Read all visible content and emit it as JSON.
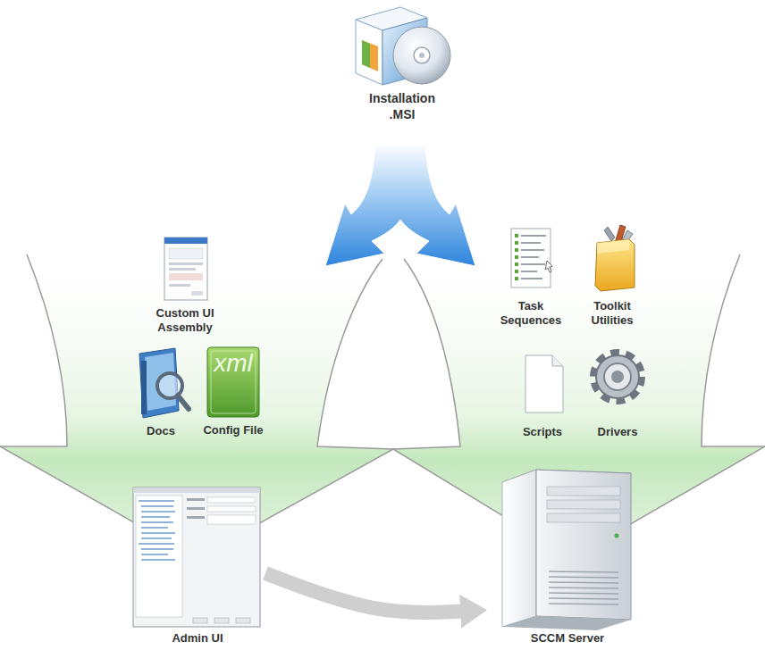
{
  "diagram": {
    "nodes": [
      {
        "text": [
          "Installation .MSI"
        ]
      },
      {
        "text": [
          "Custom UI Assembly"
        ]
      },
      {
        "text": [
          "Task Sequences"
        ]
      },
      {
        "text": [
          "Toolkit Utilities"
        ]
      },
      {
        "text": [
          "Docs"
        ]
      },
      {
        "text": [
          "Config File"
        ]
      },
      {
        "text": [
          "Scripts"
        ]
      },
      {
        "text": [
          "Drivers"
        ]
      },
      {
        "text": [
          "Admin UI"
        ]
      },
      {
        "text": [
          "SCCM Server"
        ]
      }
    ],
    "edges": [
      {
        "from": 8,
        "to": 9,
        "arrow": "to"
      }
    ],
    "labels": [
      "xml"
    ]
  }
}
